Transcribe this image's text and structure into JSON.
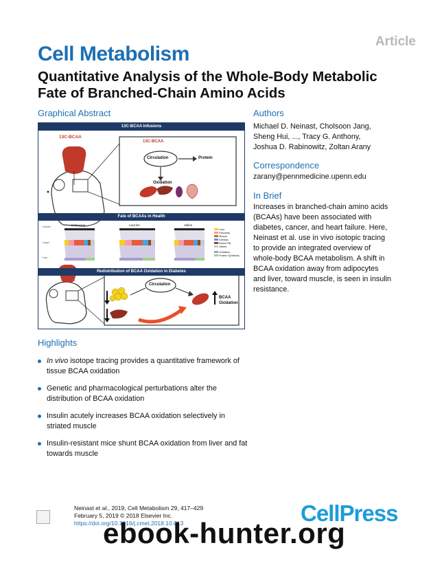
{
  "header": {
    "article_tag": "Article",
    "journal": "Cell Metabolism",
    "title_line1": "Quantitative Analysis of the Whole-Body Metabolic",
    "title_line2": "Fate of Branched-Chain Amino Acids"
  },
  "graphical_abstract": {
    "heading": "Graphical Abstract",
    "panel1_title": "13C-BCAA Infusions",
    "bcaa_label": "13C-BCAA",
    "inset_label": "13C-BCAA",
    "circulation": "Circulation",
    "protein": "Protein",
    "oxidation": "Oxidation",
    "panel2_title": "Fate of BCAAs in Health",
    "amino_acids": [
      "Isoleucine",
      "Leucine",
      "Valine"
    ],
    "row_labels": [
      "Infused",
      "Organ",
      "Fate"
    ],
    "legend": [
      "Liver",
      "Pancreas",
      "Muscle",
      "Kidneys",
      "Brown Fat",
      "Others"
    ],
    "legend_colors": [
      "#f2d21b",
      "#f59aa8",
      "#e85a3c",
      "#4aa3d9",
      "#8a4b2a",
      "#c9c9c9"
    ],
    "fate_legend": [
      "Oxidation",
      "Protein Synthesis"
    ],
    "panel3_title": "Redistribution of BCAA Oxidation in Diabetes",
    "circulation2": "Circulation",
    "bcaa_oxidation_line1": "BCAA",
    "bcaa_oxidation_line2": "Oxidation"
  },
  "authors": {
    "heading": "Authors",
    "line1": "Michael D. Neinast, Cholsoon Jang,",
    "line2": "Sheng Hui, ..., Tracy G. Anthony,",
    "line3": "Joshua D. Rabinowitz, Zoltan Arany"
  },
  "correspondence": {
    "heading": "Correspondence",
    "email": "zarany@pennmedicine.upenn.edu"
  },
  "in_brief": {
    "heading": "In Brief",
    "lines": [
      "Increases in branched-chain amino acids",
      "(BCAAs) have been associated with",
      "diabetes, cancer, and heart failure. Here,",
      "Neinast et al. use in vivo isotopic tracing",
      "to provide an integrated overview of",
      "whole-body BCAA metabolism. A shift in",
      "BCAA oxidation away from adipocytes",
      "and liver, toward muscle, is seen in insulin",
      "resistance."
    ]
  },
  "highlights": {
    "heading": "Highlights",
    "items": [
      {
        "italic": "In vivo",
        "rest": " isotope tracing provides a quantitative framework of tissue BCAA oxidation"
      },
      {
        "italic": "",
        "rest": "Genetic and pharmacological perturbations alter the distribution of BCAA oxidation"
      },
      {
        "italic": "",
        "rest": "Insulin acutely increases BCAA oxidation selectively in striated muscle"
      },
      {
        "italic": "",
        "rest": "Insulin-resistant mice shunt BCAA oxidation from liver and fat towards muscle"
      }
    ]
  },
  "footer": {
    "line1": "Neinast et al., 2019, Cell Metabolism 29, 417–429",
    "line2": "February 5, 2019 © 2018 Elsevier Inc.",
    "doi": "https://doi.org/10.1016/j.cmet.2018.10.013",
    "publisher": "CellPress",
    "watermark": "ebook-hunter.org"
  },
  "colors": {
    "brand_blue": "#1d6fb3",
    "navy": "#1f3a66",
    "cellpress_blue": "#1d9cd8"
  }
}
